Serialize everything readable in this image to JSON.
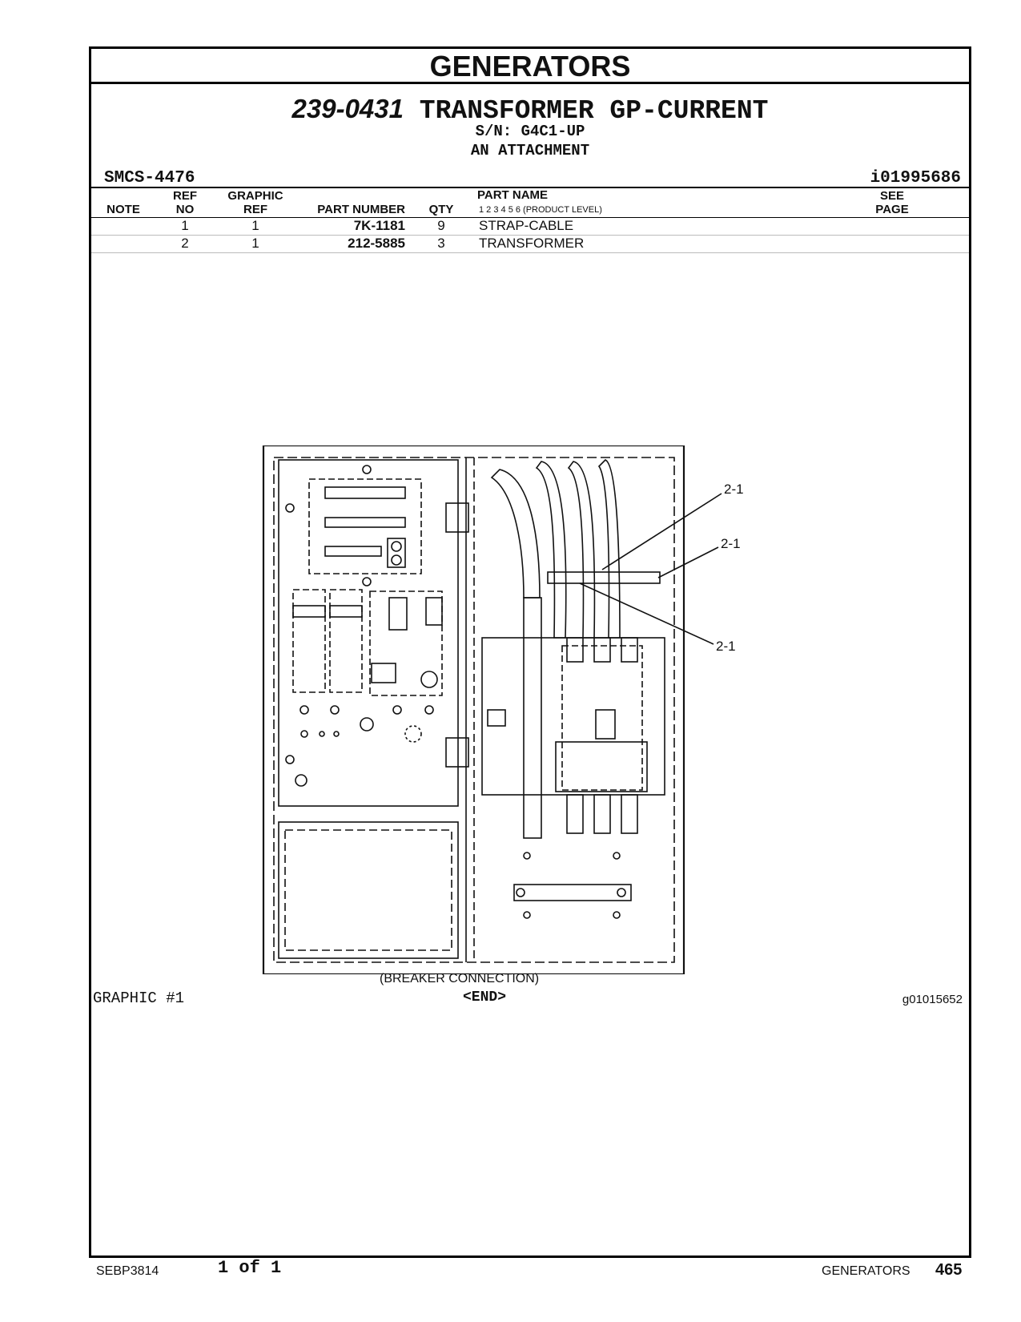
{
  "header": {
    "section": "GENERATORS",
    "part_number": "239-0431",
    "part_title": "TRANSFORMER GP-CURRENT",
    "serial": "S/N: G4C1-UP",
    "attachment": "AN ATTACHMENT",
    "smcs": "SMCS-4476",
    "ident": "i01995686"
  },
  "table": {
    "columns": {
      "note": "NOTE",
      "ref_no_1": "REF",
      "ref_no_2": "NO",
      "graphic_ref_1": "GRAPHIC",
      "graphic_ref_2": "REF",
      "part_number": "PART NUMBER",
      "qty": "QTY",
      "part_name": "PART NAME",
      "product_level": "1   2   3   4   5   6   (PRODUCT LEVEL)",
      "see_page_1": "SEE",
      "see_page_2": "PAGE"
    },
    "rows": [
      {
        "ref_no": "1",
        "graphic_ref": "1",
        "part_number": "7K-1181",
        "qty": "9",
        "part_name": "STRAP-CABLE"
      },
      {
        "ref_no": "2",
        "graphic_ref": "1",
        "part_number": "212-5885",
        "qty": "3",
        "part_name": "TRANSFORMER"
      }
    ]
  },
  "figure": {
    "callouts": [
      "2-1",
      "2-1",
      "2-1"
    ],
    "caption": "(BREAKER CONNECTION)",
    "end_marker": "<END>",
    "graphic_label": "GRAPHIC #1",
    "graphic_id": "g01015652"
  },
  "footer": {
    "doc_id": "SEBP3814",
    "page_of": "1 of 1",
    "section": "GENERATORS",
    "page_number": "465"
  }
}
